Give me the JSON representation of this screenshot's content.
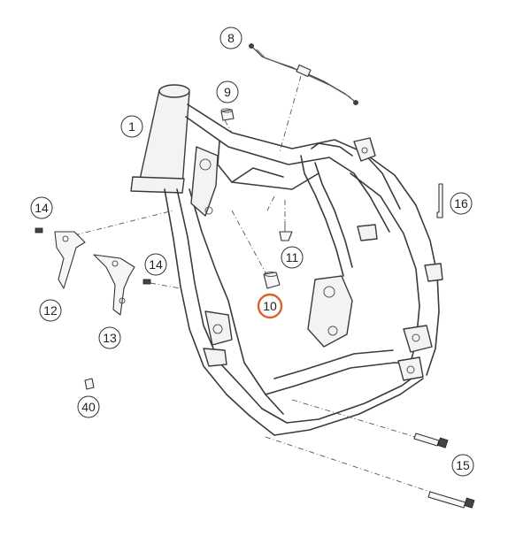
{
  "diagram": {
    "callouts": [
      {
        "id": "c1",
        "label": "1",
        "highlight": false
      },
      {
        "id": "c8",
        "label": "8",
        "highlight": false
      },
      {
        "id": "c9",
        "label": "9",
        "highlight": false
      },
      {
        "id": "c10",
        "label": "10",
        "highlight": true
      },
      {
        "id": "c11",
        "label": "11",
        "highlight": false
      },
      {
        "id": "c12",
        "label": "12",
        "highlight": false
      },
      {
        "id": "c13",
        "label": "13",
        "highlight": false
      },
      {
        "id": "c14a",
        "label": "14",
        "highlight": false
      },
      {
        "id": "c14b",
        "label": "14",
        "highlight": false
      },
      {
        "id": "c15",
        "label": "15",
        "highlight": false
      },
      {
        "id": "c16",
        "label": "16",
        "highlight": false
      },
      {
        "id": "c40",
        "label": "40",
        "highlight": false
      }
    ],
    "highlight_color": "#d9622b"
  }
}
